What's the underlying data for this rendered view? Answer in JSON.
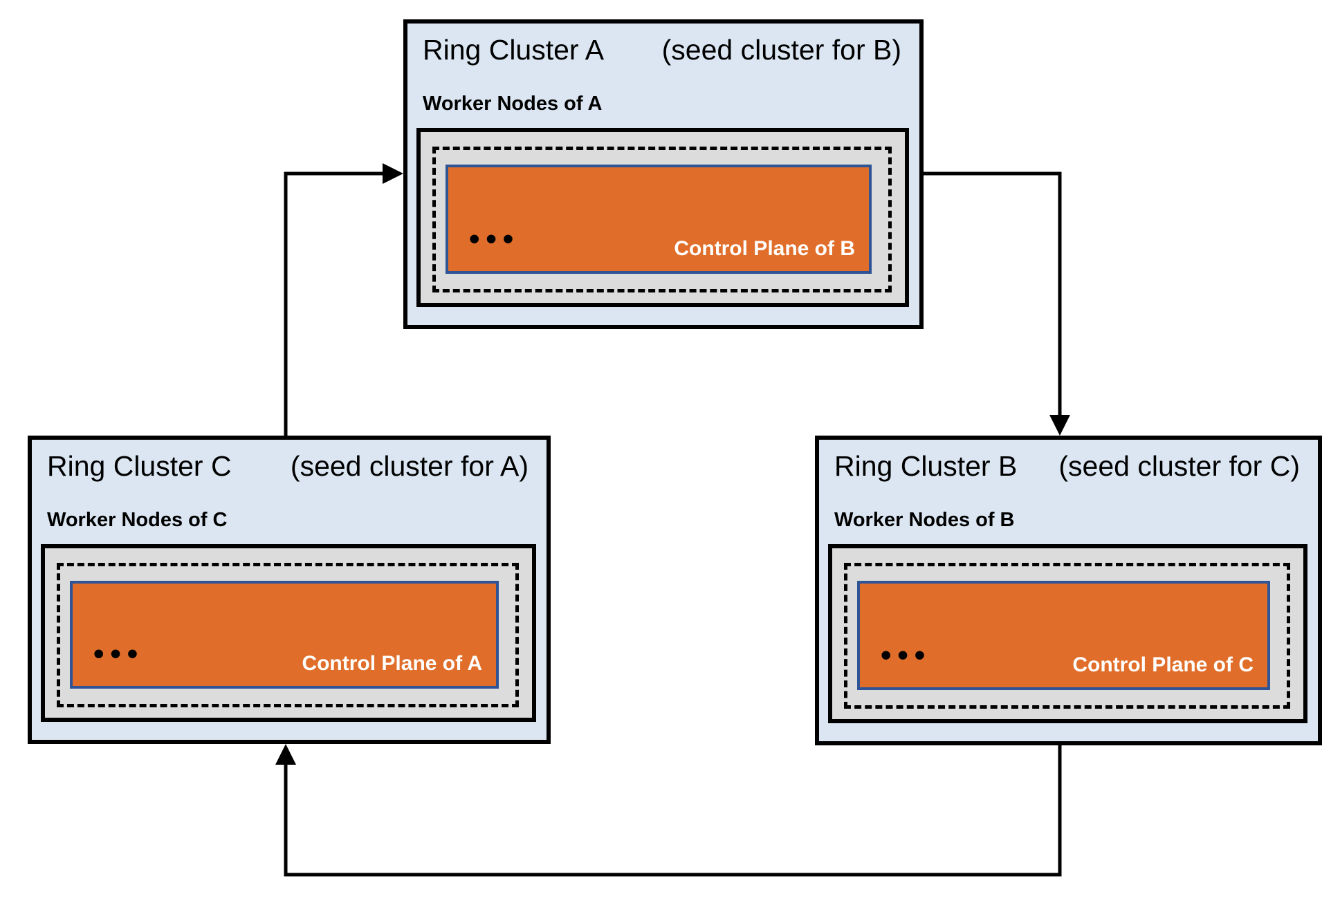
{
  "diagram": {
    "clusters": [
      {
        "name": "Ring Cluster A",
        "subtitle": "(seed cluster for B)",
        "worker_label": "Worker Nodes of A",
        "control_plane_label": "Control Plane of B"
      },
      {
        "name": "Ring Cluster C",
        "subtitle": "(seed cluster for A)",
        "worker_label": "Worker Nodes of C",
        "control_plane_label": "Control Plane of A"
      },
      {
        "name": "Ring Cluster B",
        "subtitle": "(seed cluster for C)",
        "worker_label": "Worker Nodes of B",
        "control_plane_label": "Control Plane of C"
      }
    ],
    "arrows": [
      {
        "from": "Ring Cluster C",
        "to": "Ring Cluster A"
      },
      {
        "from": "Ring Cluster A",
        "to": "Ring Cluster B"
      },
      {
        "from": "Ring Cluster B",
        "to": "Ring Cluster C"
      }
    ]
  },
  "icons": {
    "ellipsis": "•••"
  },
  "colors": {
    "cluster_bg": "#dbe6f2",
    "worker_box_bg": "#dcdcdc",
    "control_plane_bg": "#e06e2a",
    "control_plane_border": "#2f5496",
    "border_and_arrows": "#000000",
    "control_plane_text": "#ffffff"
  }
}
